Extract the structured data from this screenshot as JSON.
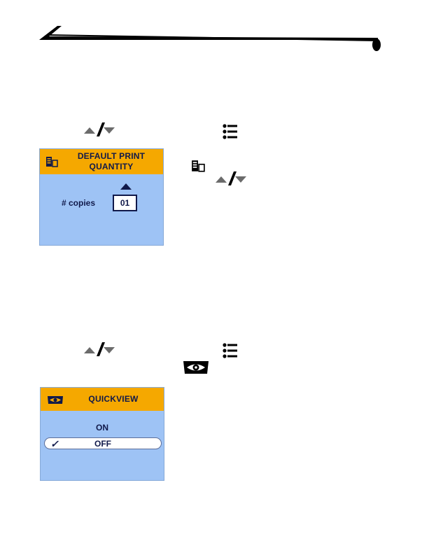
{
  "panels": {
    "print_quantity": {
      "title_line1": "DEFAULT PRINT",
      "title_line2": "QUANTITY",
      "copies_label": "# copies",
      "copies_value": "01"
    },
    "quickview": {
      "title": "QUICKVIEW",
      "options": [
        "ON",
        "OFF"
      ],
      "selected": "OFF",
      "check": "✓"
    }
  },
  "colors": {
    "lcd_header": "#f5a800",
    "lcd_body": "#9ec3f5",
    "lcd_text": "#10194a",
    "arrow_gray": "#6b6b6b"
  },
  "icons": [
    "header-swoosh-icon",
    "up-down-arrows-icon",
    "menu-list-icon",
    "print-quantity-icon",
    "quickview-eye-icon",
    "up-arrow-icon",
    "checkmark-icon"
  ]
}
